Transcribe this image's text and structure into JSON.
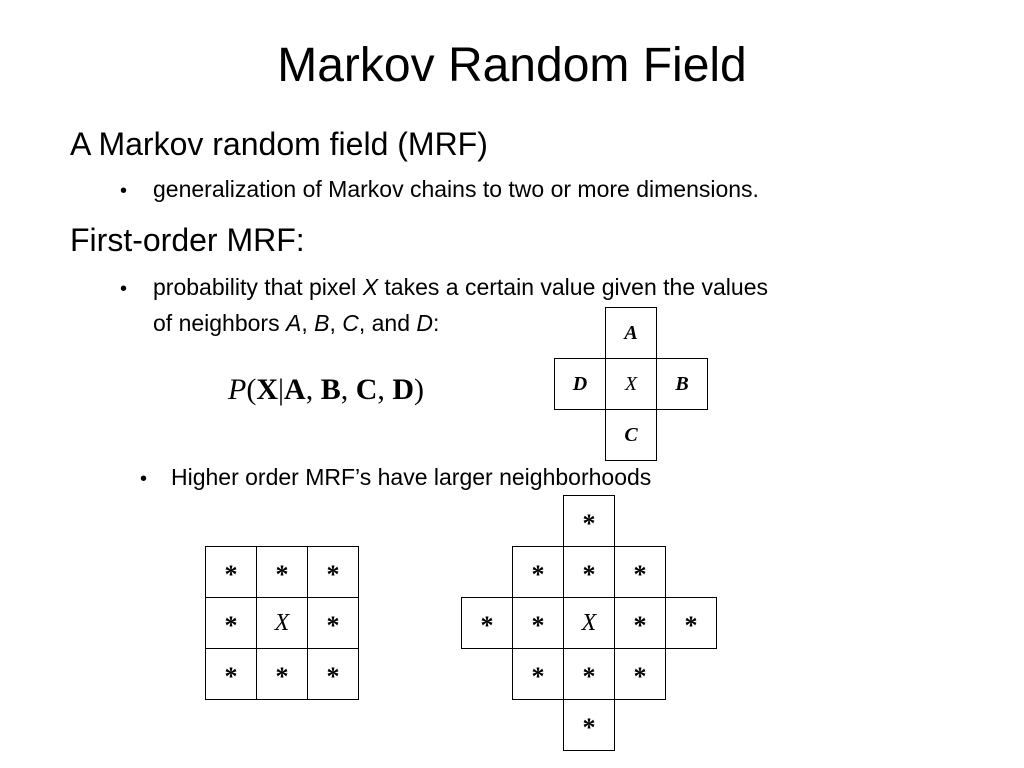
{
  "slide": {
    "title": "Markov Random Field",
    "sections": [
      {
        "heading": "A Markov random field (MRF)",
        "bullets": [
          "generalization of Markov chains to two or more dimensions."
        ]
      },
      {
        "heading": "First-order MRF:",
        "bullet_line1_pre": "probability that pixel ",
        "bullet_line1_var": "X",
        "bullet_line1_post": " takes a certain value given the values",
        "bullet_line2_pre": "of neighbors ",
        "var_a": "A",
        "var_b": "B",
        "var_c": "C",
        "var_d": "D",
        "sep1": ", ",
        "sep2": ", ",
        "sep3": ", and ",
        "end": ":"
      }
    ],
    "formula": {
      "p": "P",
      "open": "(",
      "x": "X",
      "bar": "|",
      "a": "A",
      "b": "B",
      "c": "C",
      "d": "D",
      "comma": ", ",
      "close": ")"
    },
    "first_order_grid": {
      "top": "A",
      "left": "D",
      "center": "X",
      "right": "B",
      "bottom": "C"
    },
    "higher_order_bullet": "Higher order MRF’s have larger neighborhoods",
    "star": "*",
    "center_symbol": "X"
  }
}
